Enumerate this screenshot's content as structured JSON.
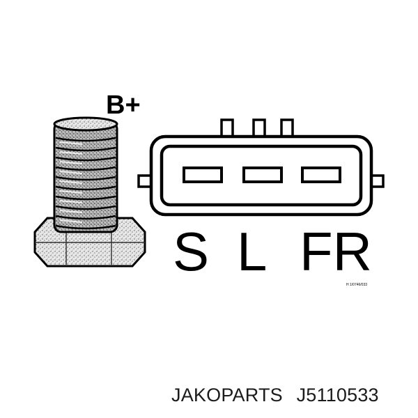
{
  "diagram": {
    "terminal_label": "B+",
    "pins": [
      {
        "label": "S"
      },
      {
        "label": "L"
      },
      {
        "label": "FR"
      }
    ],
    "image_code": "H 1/0746/033"
  },
  "caption": {
    "brand": "JAKOPARTS",
    "part_number": "J5110533"
  },
  "colors": {
    "ink": "#000000",
    "background": "#ffffff",
    "caption_text": "#1b1b1b"
  },
  "icons": {
    "terminal": "threaded-stud-terminal-icon",
    "connector": "three-pin-plug-connector-icon"
  }
}
